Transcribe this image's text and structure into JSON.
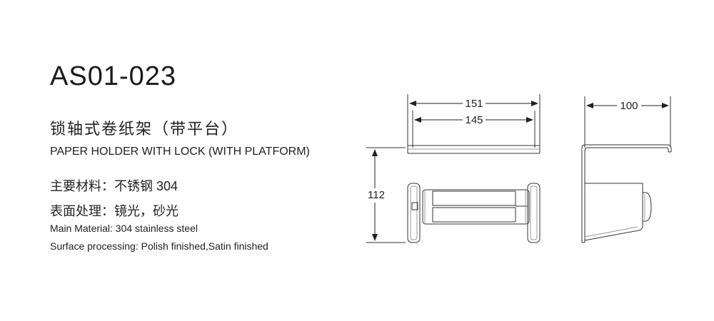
{
  "product": {
    "model": "AS01-023",
    "name_cn": "锁轴式卷纸架（带平台）",
    "name_en": "PAPER HOLDER WITH LOCK (WITH PLATFORM)"
  },
  "specs": {
    "material_cn": "主要材料：不锈钢 304",
    "surface_cn": "表面处理：镜光，砂光",
    "material_en": "Main Material: 304 stainless steel",
    "surface_en": "Surface processing: Polish finished,Satin finished"
  },
  "dimensions": {
    "overall_width": "151",
    "inner_width": "145",
    "height": "112",
    "depth": "100"
  }
}
